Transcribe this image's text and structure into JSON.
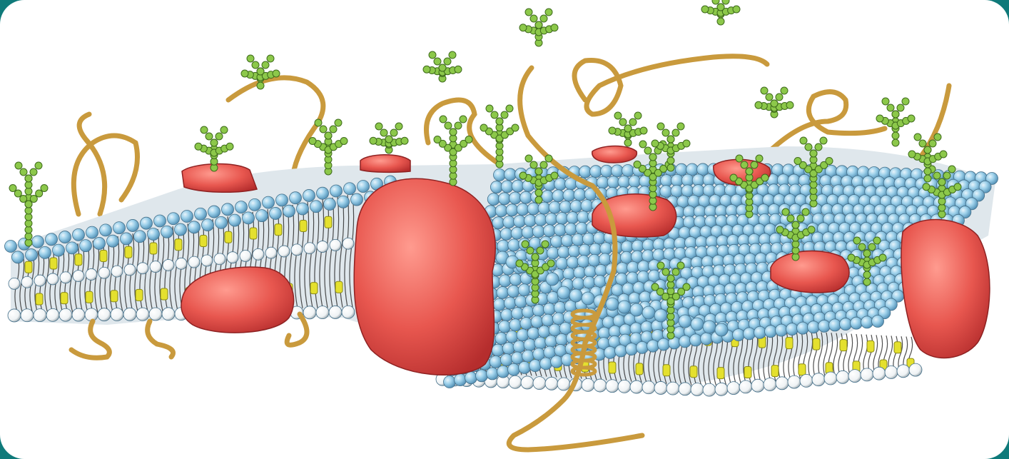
{
  "figure": {
    "subject": "cell membrane",
    "parts": [
      {
        "name": "phospholipid-head",
        "color": "#8ec3df"
      },
      {
        "name": "lower-phospholipid-head",
        "color": "#ffffff"
      },
      {
        "name": "phospholipid-tail",
        "color": "#222222"
      },
      {
        "name": "cholesterol",
        "color": "#e4e02e"
      },
      {
        "name": "membrane-protein",
        "color": "#e8564f"
      },
      {
        "name": "carbohydrate-chain",
        "color": "#8cc84a"
      },
      {
        "name": "protein-chain",
        "color": "#c99a3d"
      }
    ],
    "frame_color": "#0f7a7a",
    "background_color": "#ffffff"
  }
}
